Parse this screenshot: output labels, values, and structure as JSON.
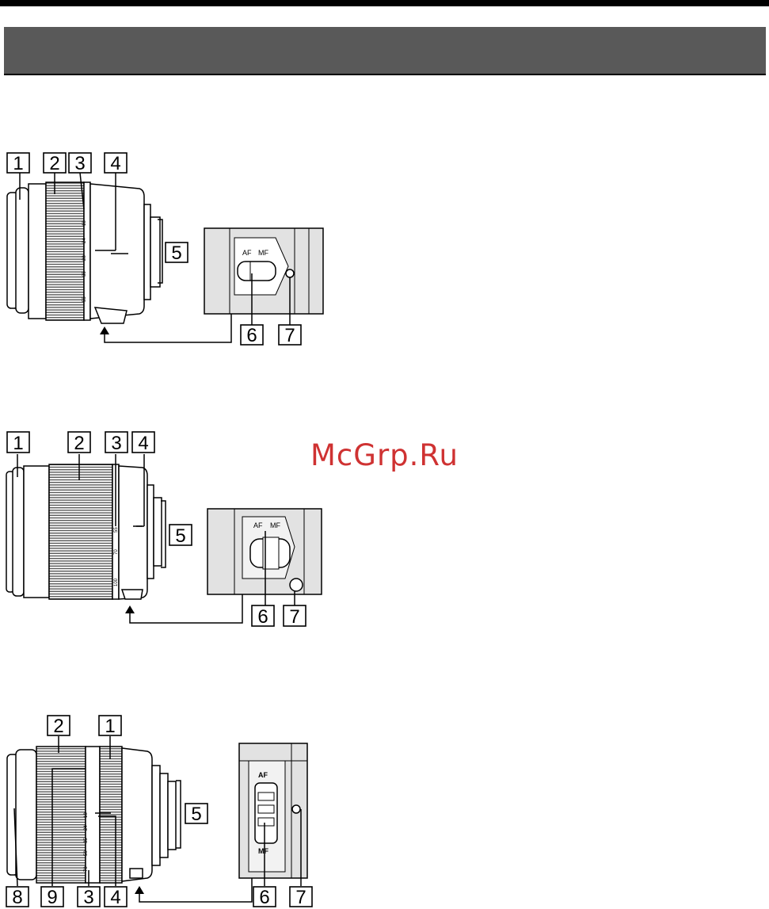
{
  "page": {
    "title": ""
  },
  "watermark": "McGrp.Ru",
  "figures": [
    {
      "callouts": [
        "1",
        "2",
        "3",
        "4",
        "5",
        "6",
        "7"
      ],
      "switch_labels": [
        "AF",
        "MF"
      ],
      "focal_marks": [
        "18",
        "24",
        "28",
        "35",
        "55"
      ]
    },
    {
      "callouts": [
        "1",
        "2",
        "3",
        "4",
        "5",
        "6",
        "7"
      ],
      "switch_labels": [
        "AF",
        "MF"
      ],
      "focal_marks": [
        "55",
        "70",
        "100"
      ]
    },
    {
      "callouts": [
        "2",
        "1",
        "5",
        "8",
        "9",
        "3",
        "4",
        "6",
        "7"
      ],
      "switch_labels": [
        "AF",
        "MF"
      ],
      "focal_marks": [
        "18",
        "24",
        "35",
        "50",
        "70"
      ]
    }
  ]
}
